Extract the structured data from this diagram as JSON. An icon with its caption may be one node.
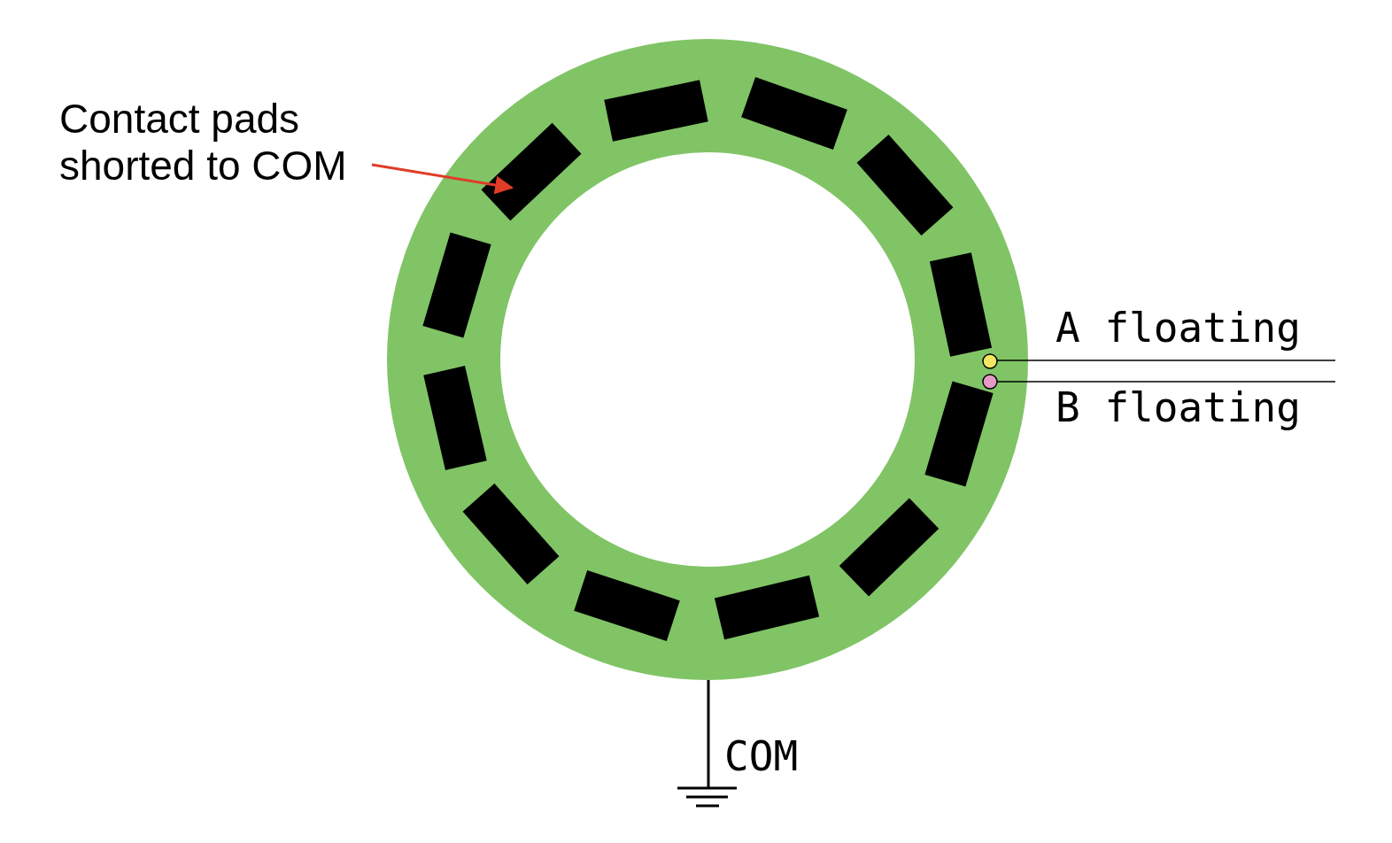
{
  "diagram": {
    "nodes": [
      {
        "text": [
          "Contact pads shorted to COM"
        ]
      },
      {
        "text": [],
        "shape": "box"
      },
      {
        "text": [],
        "shape": "box"
      },
      {
        "text": [],
        "shape": "box"
      },
      {
        "text": [],
        "shape": "box"
      },
      {
        "text": [],
        "shape": "box"
      },
      {
        "text": [],
        "shape": "box"
      },
      {
        "text": [],
        "shape": "box"
      },
      {
        "text": [],
        "shape": "box"
      },
      {
        "text": [],
        "shape": "box"
      },
      {
        "text": [],
        "shape": "box"
      },
      {
        "text": [],
        "shape": "box"
      },
      {
        "text": [],
        "shape": "box"
      },
      {
        "text": [
          "A floating"
        ]
      },
      {
        "text": [],
        "shape": "circle"
      },
      {
        "text": [
          "B floating"
        ]
      },
      {
        "text": [],
        "shape": "circle"
      }
    ],
    "edges": [
      {
        "from": 0,
        "to": 3,
        "arrow": "to",
        "color": "#e03c28"
      },
      {
        "from": 13,
        "to": 14,
        "arrow": "none"
      },
      {
        "from": 15,
        "to": 16,
        "arrow": "none"
      }
    ],
    "labels": [
      "COM"
    ]
  }
}
